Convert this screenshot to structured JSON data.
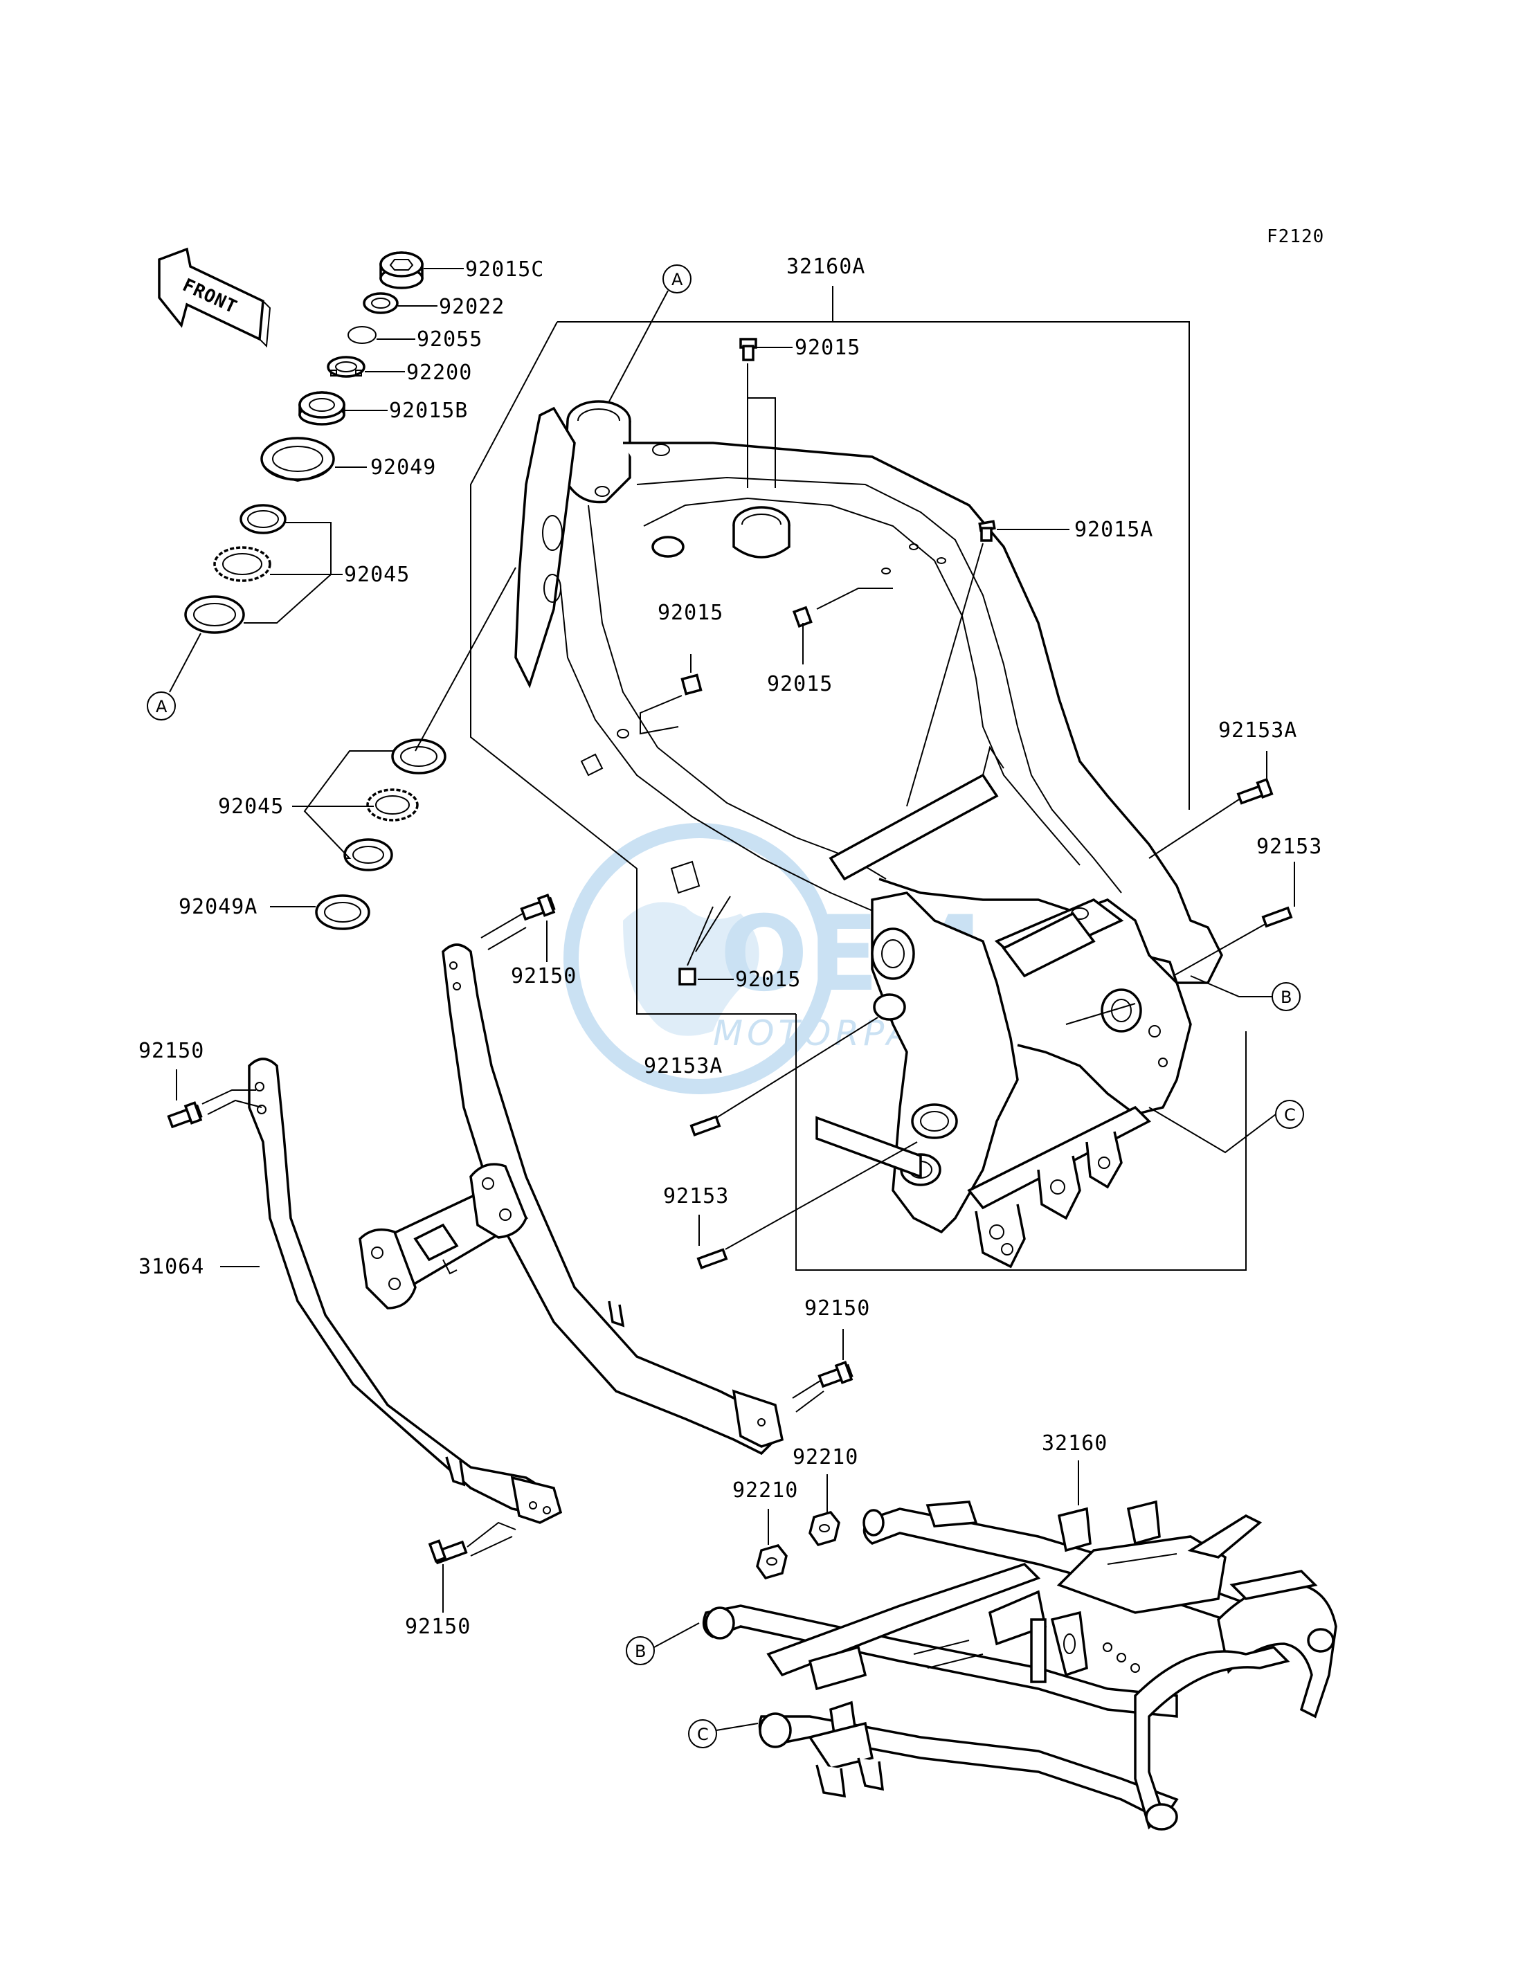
{
  "figure_code": "F2120",
  "front_label": "FRONT",
  "watermark": {
    "brand": "OEM",
    "subtitle": "MOTORPARTS",
    "color": "#9fc9ea"
  },
  "reference_markers": {
    "A": "A",
    "B": "B",
    "C": "C"
  },
  "part_numbers": {
    "p92015C": "92015C",
    "p92022": "92022",
    "p92055": "92055",
    "p92200": "92200",
    "p92015B": "92015B",
    "p92049": "92049",
    "p92045_top": "92045",
    "p92045_bottom": "92045",
    "p92049A": "92049A",
    "p32160A": "32160A",
    "p92015_top": "92015",
    "p92015A": "92015A",
    "p92015_left": "92015",
    "p92015_mid": "92015",
    "p92015_low": "92015",
    "p92153A_right": "92153A",
    "p92153_right": "92153",
    "p92153A_left": "92153A",
    "p92153_left": "92153",
    "p92150_upper": "92150",
    "p92150_left": "92150",
    "p31064": "31064",
    "p92150_right": "92150",
    "p92150_bottom": "92150",
    "p92210_a": "92210",
    "p92210_b": "92210",
    "p32160": "32160"
  }
}
